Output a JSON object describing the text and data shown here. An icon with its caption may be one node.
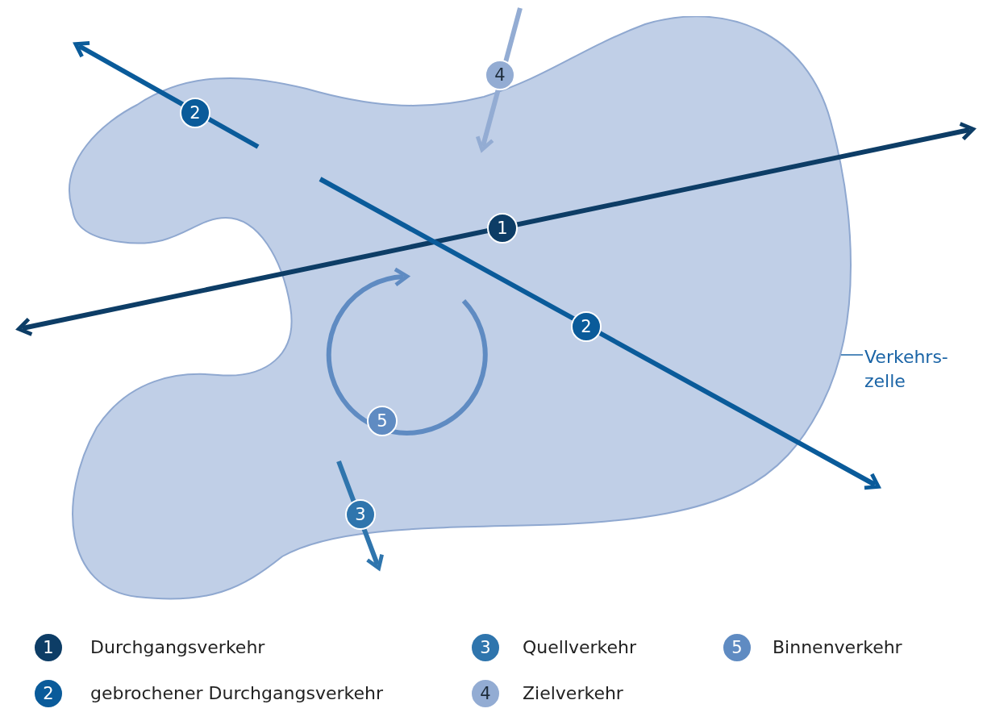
{
  "diagram": {
    "nodes": [
      {
        "text": [],
        "shape": "cloud"
      },
      {
        "text": [
          "Verkehrs-zelle"
        ]
      }
    ],
    "edges": [
      {
        "from": 1,
        "to": 0,
        "arrow": "none"
      }
    ],
    "labels": [
      "4",
      "2",
      "1",
      "2",
      "5",
      "3",
      "1",
      "3",
      "5",
      "2",
      "4"
    ],
    "legend": [
      {
        "text": "Durchgangsverkehr",
        "color": "#0d3d66"
      },
      {
        "text": "Quellverkehr",
        "color": "#2f75ad"
      },
      {
        "text": "Binnenverkehr",
        "color": "#5f8bc2"
      },
      {
        "text": "gebrochener Durchgangsverkehr",
        "color": "#0a5b9a"
      },
      {
        "text": "Zielverkehr",
        "color": "#93acd3"
      }
    ]
  }
}
